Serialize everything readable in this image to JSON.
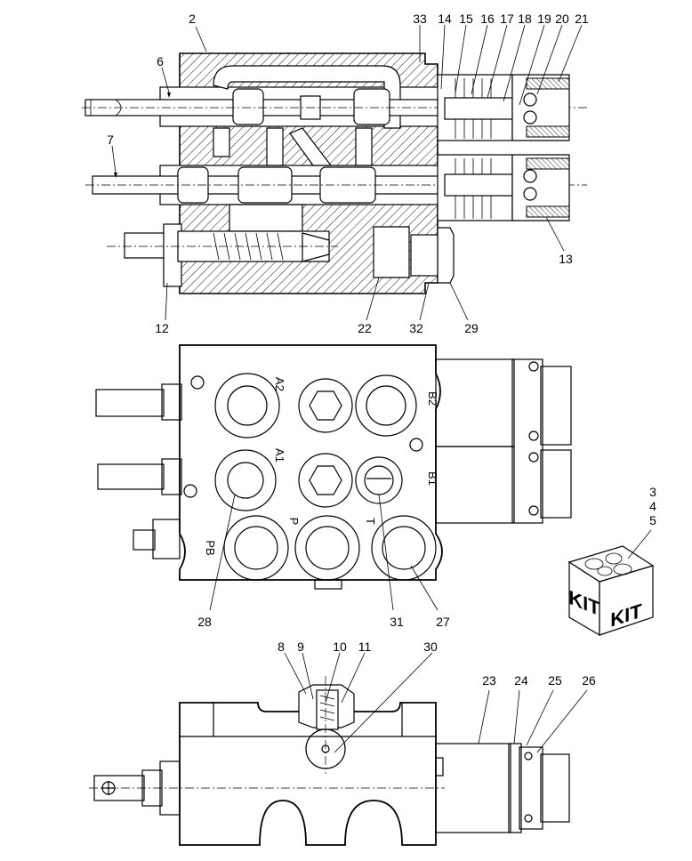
{
  "diagram": {
    "callouts_top": [
      "2",
      "6",
      "7",
      "33",
      "14",
      "15",
      "16",
      "17",
      "18",
      "19",
      "20",
      "21",
      "13",
      "12",
      "22",
      "32",
      "29"
    ],
    "callouts_mid": [
      "28",
      "31",
      "27"
    ],
    "kit_callouts": [
      "3",
      "4",
      "5"
    ],
    "callouts_bottom": [
      "8",
      "9",
      "10",
      "11",
      "30",
      "23",
      "24",
      "25",
      "26"
    ],
    "port_labels": [
      "A2",
      "B2",
      "A1",
      "B1",
      "P",
      "T",
      "PB"
    ],
    "kit_label": "KIT"
  }
}
